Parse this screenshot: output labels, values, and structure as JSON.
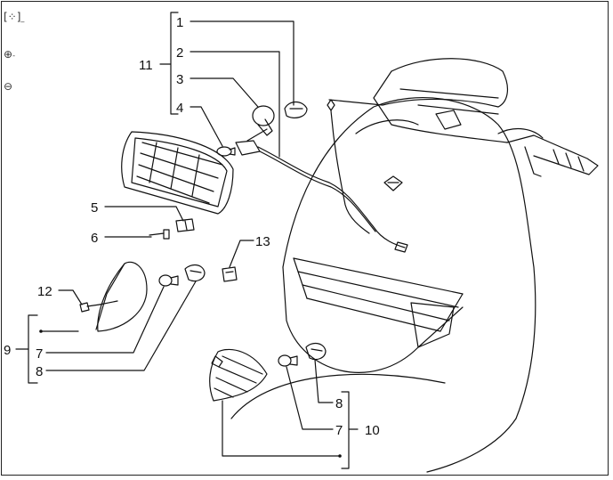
{
  "toolbar": {
    "fit_icon": "fit-to-page-icon",
    "zoom_in_icon": "zoom-in-icon",
    "zoom_out_icon": "zoom-out-icon",
    "fit_glyph": "[⁘]",
    "zoom_in_glyph": "⊕",
    "zoom_out_glyph": "⊖"
  },
  "callouts": {
    "c1": "1",
    "c2": "2",
    "c3": "3",
    "c4": "4",
    "c5": "5",
    "c6": "6",
    "c7a": "7",
    "c7b": "7",
    "c8a": "8",
    "c8b": "8",
    "c9": "9",
    "c10": "10",
    "c11": "11",
    "c12": "12",
    "c13": "13"
  }
}
